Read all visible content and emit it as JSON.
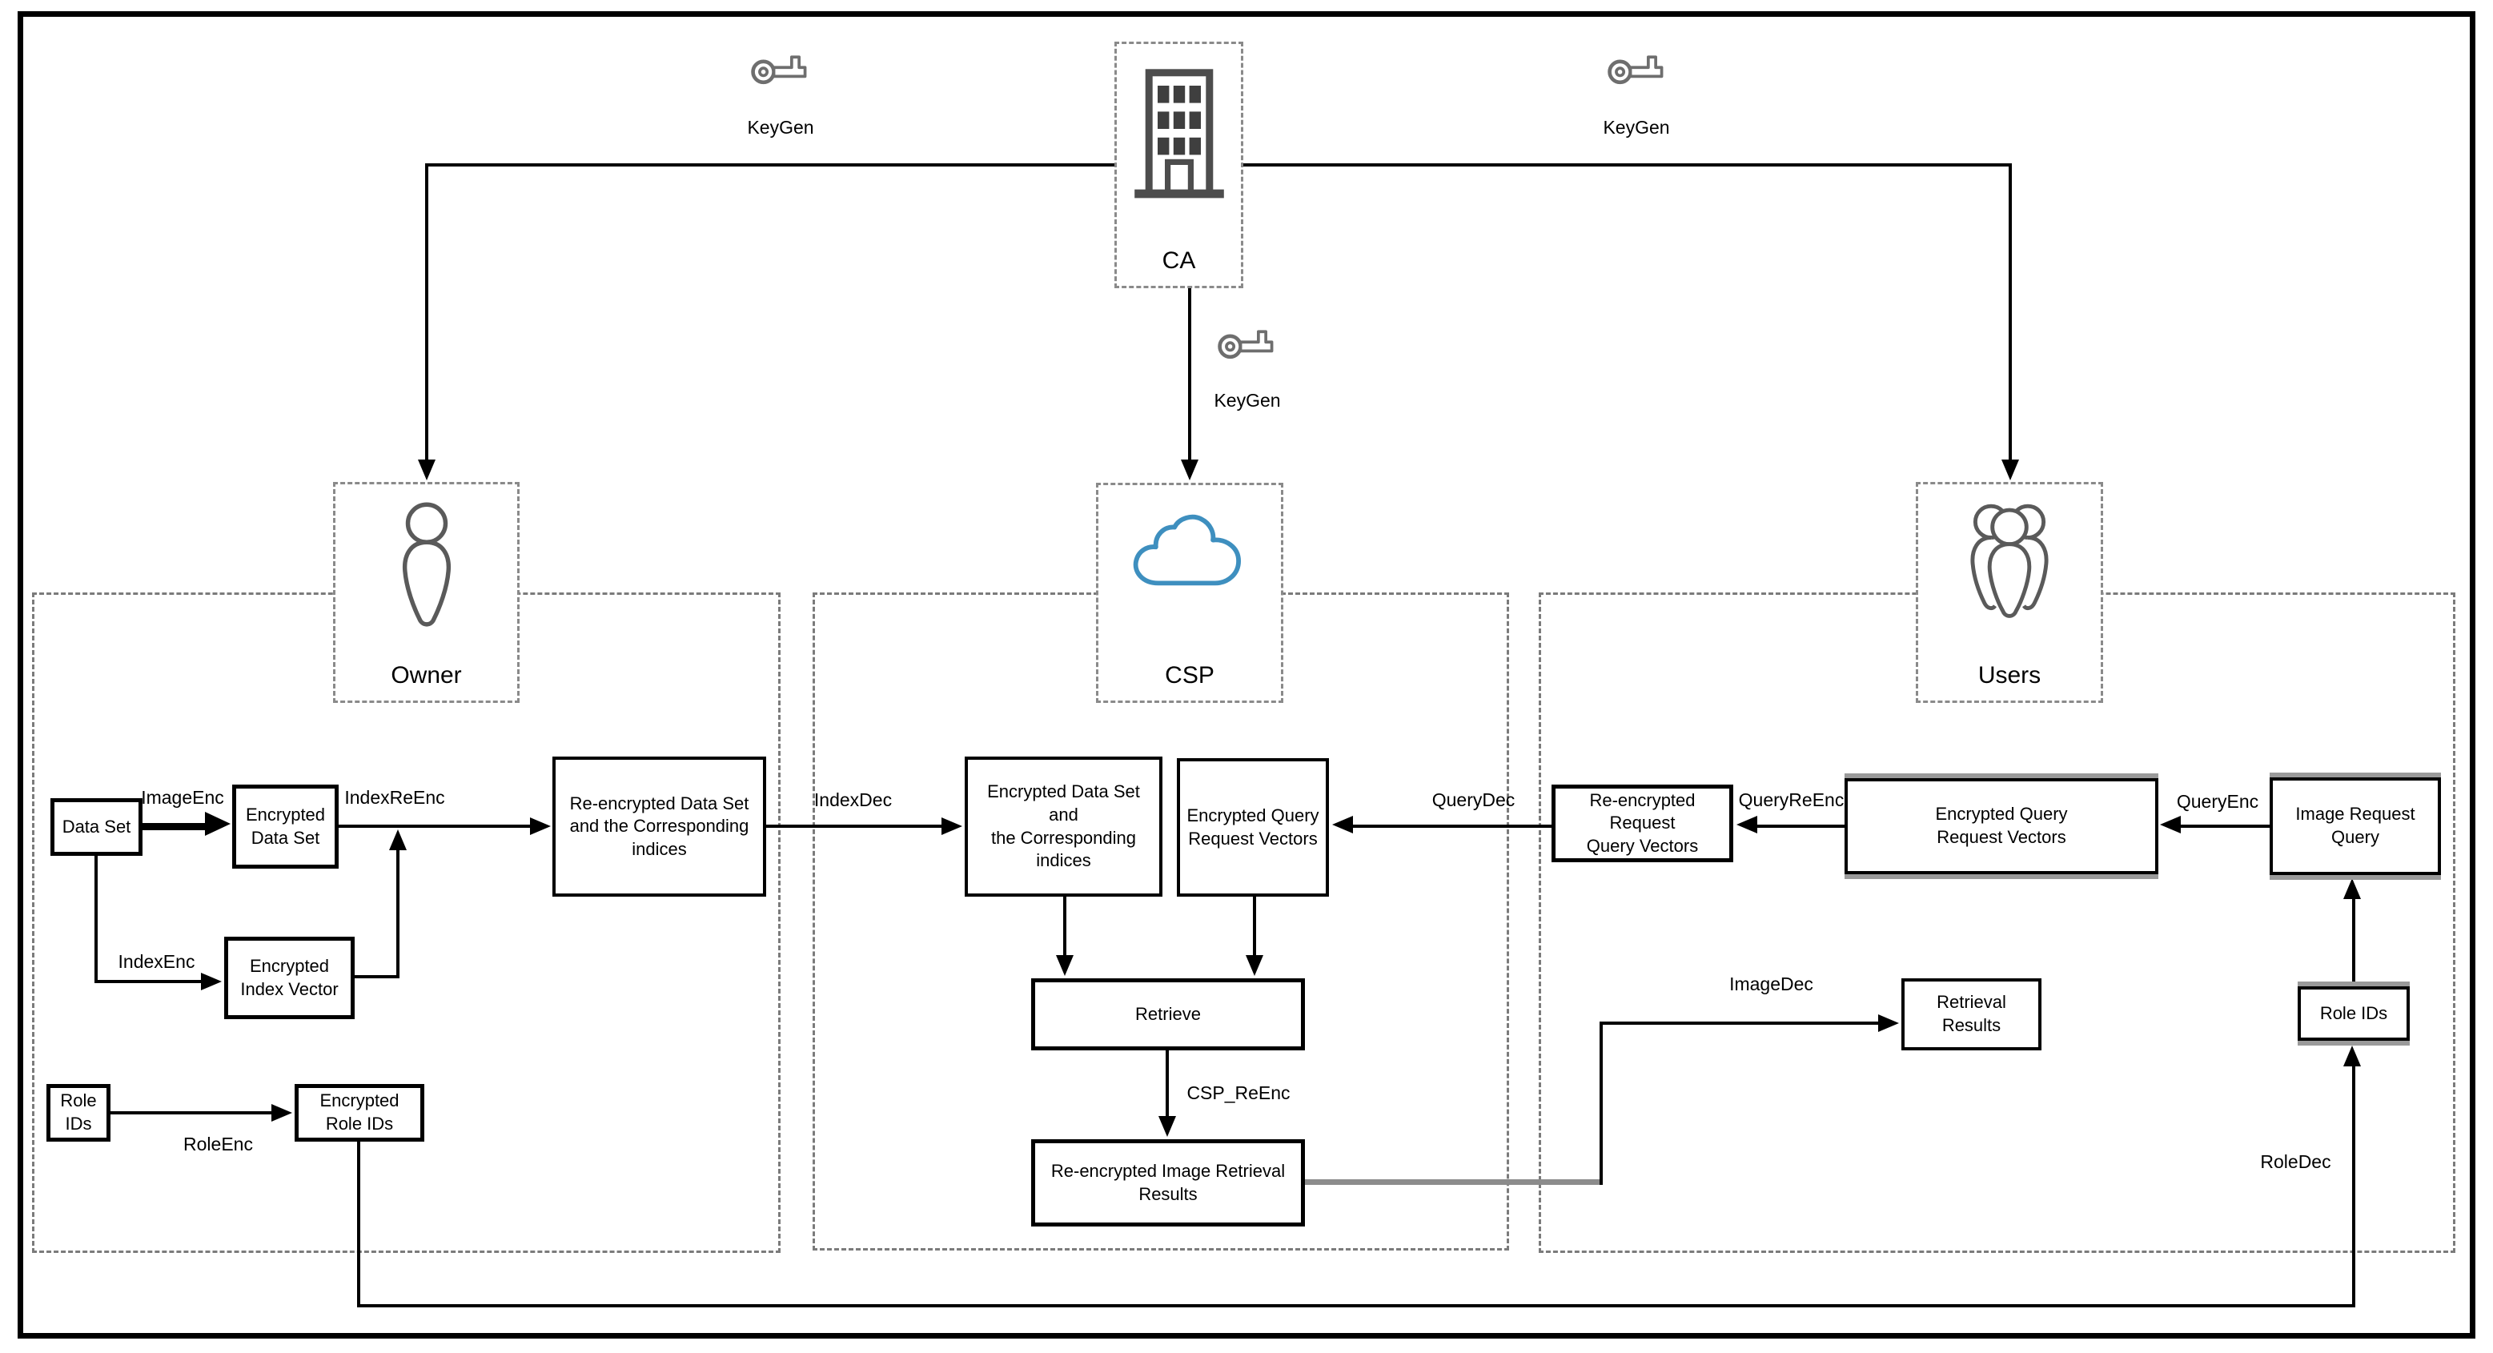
{
  "ca": {
    "label": "CA"
  },
  "keygen": {
    "left": "KeyGen",
    "center": "KeyGen",
    "right": "KeyGen"
  },
  "owner": {
    "label": "Owner",
    "data_set": "Data Set",
    "encrypted_data_set": "Encrypted\nData Set",
    "encrypted_index_vector": "Encrypted\nIndex Vector",
    "reencrypted_data_set": "Re-encrypted Data Set\nand the Corresponding\nindices",
    "role_ids": "Role IDs",
    "encrypted_role_ids": "Encrypted Role IDs",
    "image_enc": "ImageEnc",
    "index_enc": "IndexEnc",
    "index_re_enc": "IndexReEnc",
    "role_enc": "RoleEnc"
  },
  "csp": {
    "label": "CSP",
    "encrypted_data_set": "Encrypted Data Set and\nthe Corresponding\nindices",
    "encrypted_query_vectors": "Encrypted Query\nRequest Vectors",
    "retrieve": "Retrieve",
    "reencrypted_results": "Re-encrypted Image Retrieval\nResults",
    "index_dec": "IndexDec",
    "csp_re_enc": "CSP_ReEnc",
    "query_dec": "QueryDec"
  },
  "users": {
    "label": "Users",
    "reencrypted_request": "Re-encrypted Request\nQuery Vectors",
    "encrypted_query_vectors": "Encrypted Query\nRequest Vectors",
    "image_request_query": "Image Request\nQuery",
    "retrieval_results": "Retrieval Results",
    "role_ids": "Role IDs",
    "query_re_enc": "QueryReEnc",
    "query_enc": "QueryEnc",
    "image_dec": "ImageDec",
    "role_dec": "RoleDec"
  },
  "colors": {
    "cloud": "#3e8fbf",
    "gray_line": "#8c8c8c",
    "dashed_border": "#7b7b7b",
    "icon_gray": "#5a5a5a",
    "line": "#000000"
  }
}
